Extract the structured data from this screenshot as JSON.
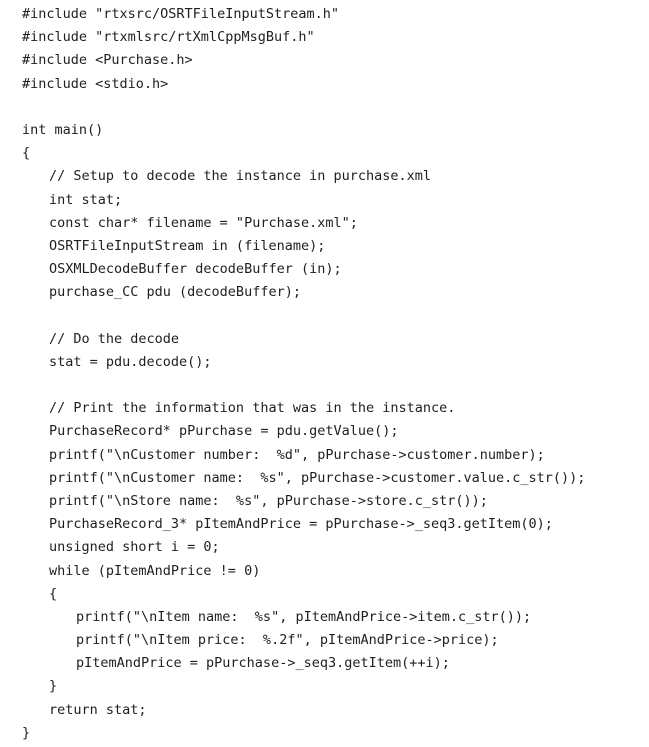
{
  "code": {
    "lines": [
      "#include \"rtxsrc/OSRTFileInputStream.h\"",
      "#include \"rtxmlsrc/rtXmlCppMsgBuf.h\"",
      "#include <Purchase.h>",
      "#include <stdio.h>",
      "",
      "int main()",
      "{",
      "// Setup to decode the instance in purchase.xml",
      "int stat;",
      "const char* filename = \"Purchase.xml\";",
      "OSRTFileInputStream in (filename);",
      "OSXMLDecodeBuffer decodeBuffer (in);",
      "purchase_CC pdu (decodeBuffer);",
      "",
      "// Do the decode",
      "stat = pdu.decode();",
      "",
      "// Print the information that was in the instance.",
      "PurchaseRecord* pPurchase = pdu.getValue();",
      "printf(\"\\nCustomer number:  %d\", pPurchase->customer.number);",
      "printf(\"\\nCustomer name:  %s\", pPurchase->customer.value.c_str());",
      "printf(\"\\nStore name:  %s\", pPurchase->store.c_str());",
      "PurchaseRecord_3* pItemAndPrice = pPurchase->_seq3.getItem(0);",
      "unsigned short i = 0;",
      "while (pItemAndPrice != 0)",
      "{",
      "printf(\"\\nItem name:  %s\", pItemAndPrice->item.c_str());",
      "printf(\"\\nItem price:  %.2f\", pItemAndPrice->price);",
      "pItemAndPrice = pPurchase->_seq3.getItem(++i);",
      "}",
      "return stat;",
      "}"
    ]
  }
}
